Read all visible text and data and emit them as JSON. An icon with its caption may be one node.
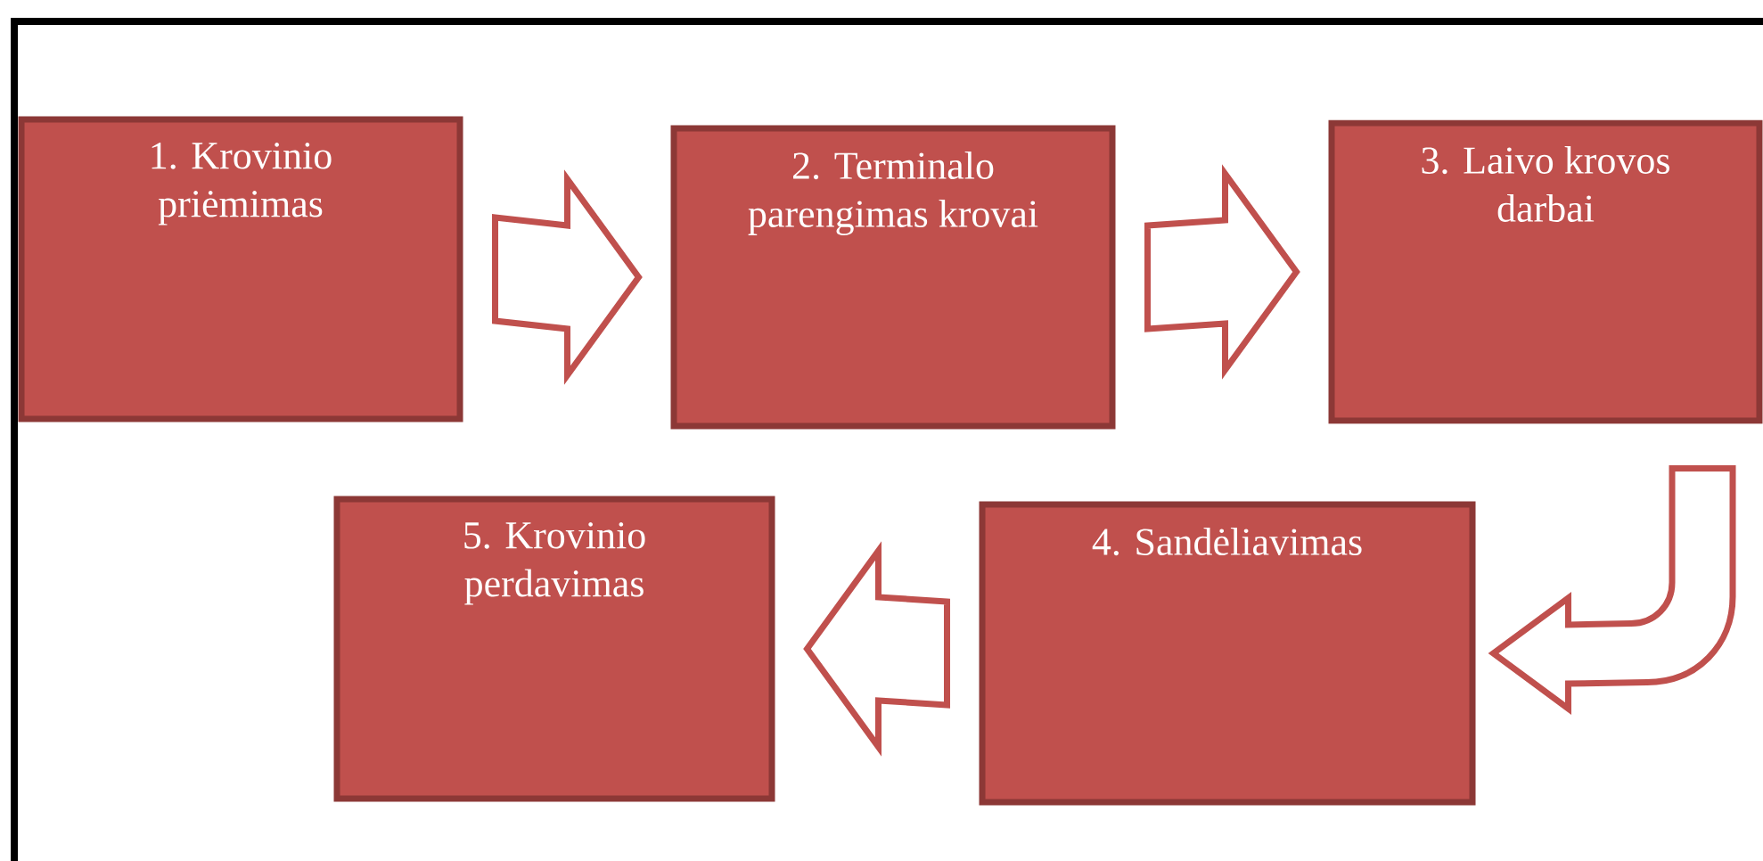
{
  "diagram": {
    "nodes": [
      {
        "text": [
          "1. Krovinio priėmimas"
        ]
      },
      {
        "text": [
          "2. Terminalo parengimas krovai"
        ]
      },
      {
        "text": [
          "3. Laivo krovos darbai"
        ]
      },
      {
        "text": [
          "4. Sandėliavimas"
        ]
      },
      {
        "text": [
          "5. Krovinio perdavimas"
        ]
      }
    ],
    "edges": [
      {
        "from": 0,
        "to": 1,
        "arrow": "to"
      },
      {
        "from": 1,
        "to": 2,
        "arrow": "to"
      },
      {
        "from": 2,
        "to": 3,
        "arrow": "to"
      },
      {
        "from": 3,
        "to": 4,
        "arrow": "to"
      }
    ]
  }
}
